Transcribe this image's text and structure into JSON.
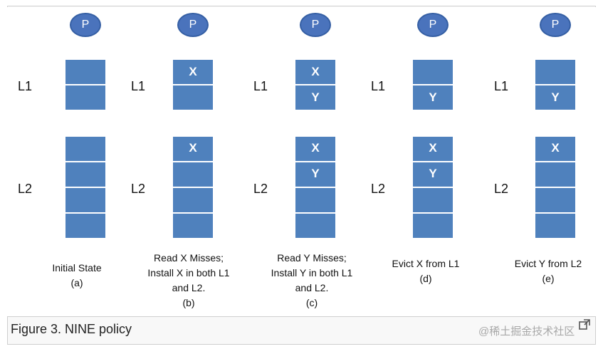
{
  "figure_caption": "Figure 3. NINE policy",
  "watermark": "@稀土掘金技术社区",
  "processor_label": "P",
  "level_labels": {
    "l1": "L1",
    "l2": "L2"
  },
  "panels": [
    {
      "id": "a",
      "caption_lines": [
        "Initial State",
        "(a)"
      ],
      "l1": [
        "",
        ""
      ],
      "l2": [
        "",
        "",
        "",
        ""
      ]
    },
    {
      "id": "b",
      "caption_lines": [
        "Read X Misses;",
        "Install X in both L1",
        "and L2.",
        "(b)"
      ],
      "l1": [
        "X",
        ""
      ],
      "l2": [
        "X",
        "",
        "",
        ""
      ]
    },
    {
      "id": "c",
      "caption_lines": [
        "Read Y Misses;",
        "Install Y in both L1",
        "and L2.",
        "(c)"
      ],
      "l1": [
        "X",
        "Y"
      ],
      "l2": [
        "X",
        "Y",
        "",
        ""
      ]
    },
    {
      "id": "d",
      "caption_lines": [
        "Evict X from L1",
        "(d)"
      ],
      "l1": [
        "",
        "Y"
      ],
      "l2": [
        "X",
        "Y",
        "",
        ""
      ]
    },
    {
      "id": "e",
      "caption_lines": [
        "Evict  Y from L2",
        "(e)"
      ],
      "l1": [
        "",
        "Y"
      ],
      "l2": [
        "X",
        "",
        "",
        ""
      ]
    }
  ]
}
